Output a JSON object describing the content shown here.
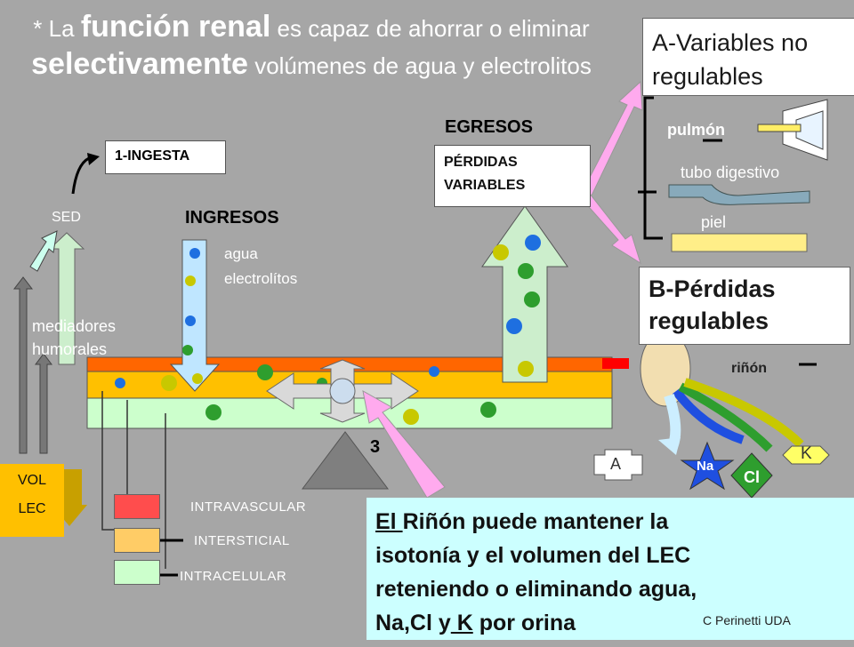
{
  "title": {
    "star": "*",
    "part1": "La",
    "emph1": "función renal",
    "part2": "es capaz de ahorrar o eliminar",
    "emph2": "selectivamente",
    "part3": "volúmenes de agua y electrolitos"
  },
  "variables": {
    "a_title": "A-Variables no regulables",
    "pulmon": "pulmón",
    "tubo": "tubo digestivo",
    "piel": "piel",
    "b_title": "B-Pérdidas regulables",
    "rinon": "riñón"
  },
  "egresos": {
    "header": "EGRESOS",
    "box": "PÉRDIDAS VARIABLES"
  },
  "ingresos": {
    "header": "INGRESOS",
    "agua": "agua",
    "electrolitos": "electrolítos"
  },
  "ingesta": "1-INGESTA",
  "sed": "SED",
  "mediadores": "mediadores humorales",
  "vol_lec": {
    "vol": "VOL",
    "lec": "LEC"
  },
  "number3": "3",
  "compartments": {
    "intravascular": "INTRAVASCULAR",
    "intersticial": "INTERSTICIAL",
    "intracelular": "INTRACELULAR",
    "colors": {
      "intravascular": "#ff4d4d",
      "intersticial": "#ffcc66",
      "intracelular": "#ccffcc"
    }
  },
  "ions": {
    "a": "A",
    "na": "Na",
    "cl": "Cl",
    "k": "K"
  },
  "summary": {
    "line1_u": "El ",
    "line1": "Riñón puede mantener la",
    "line2": "isotonía y el volumen del LEC",
    "line3": "reteniendo o eliminando agua,",
    "line4a": "Na,Cl y",
    "line4_u": " K",
    "line4b": " por orina"
  },
  "credit": "C Perinetti UDA"
}
